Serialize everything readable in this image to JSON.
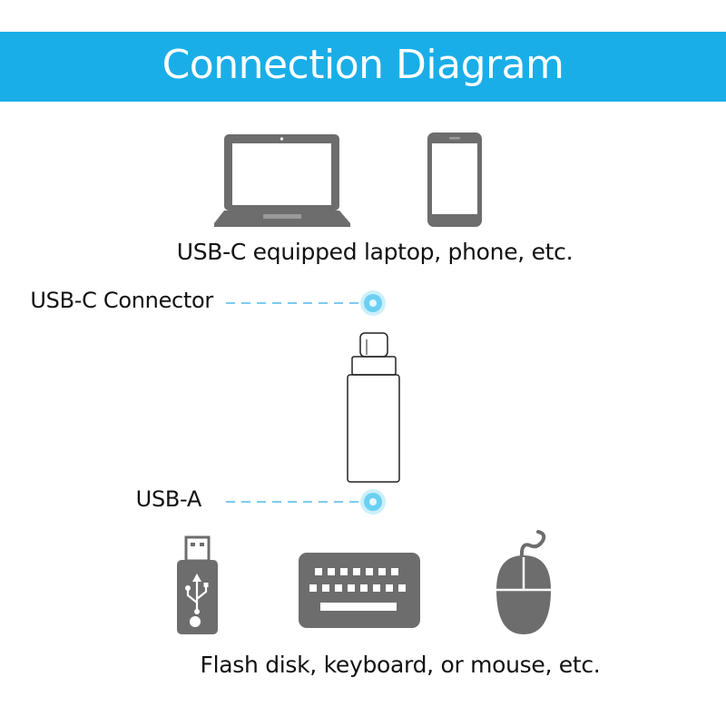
{
  "header": {
    "title": "Connection Diagram"
  },
  "host_devices": {
    "caption": "USB-C equipped laptop, phone, etc."
  },
  "adapter": {
    "usb_c_label": "USB-C Connector",
    "usb_a_label": "USB-A"
  },
  "peripherals": {
    "caption": "Flash disk, keyboard, or mouse, etc."
  },
  "colors": {
    "accent": "#1aaee8",
    "marker": "#6cd0f2",
    "icon_gray": "#6d6d6d",
    "dash": "#7ccaf0"
  }
}
